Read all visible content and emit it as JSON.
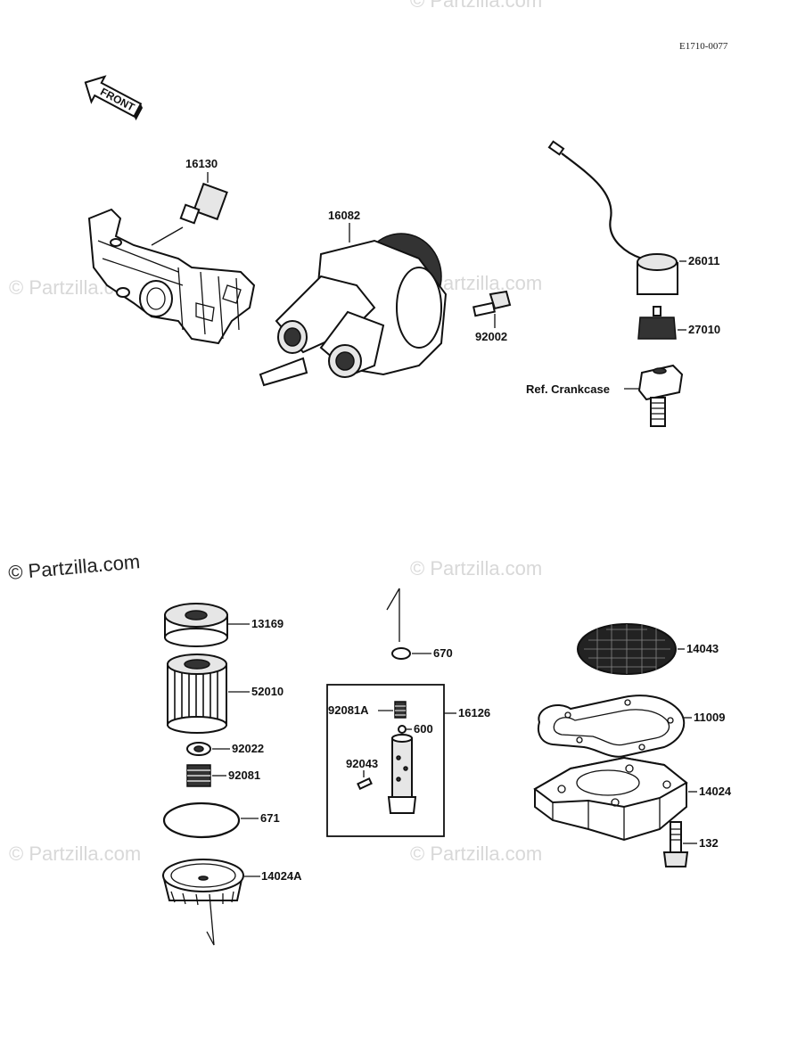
{
  "diagram": {
    "ref_code": "E1710-0077",
    "front_label": "FRONT",
    "watermark_main": "© Partzilla.com",
    "watermark_faint": "© Partzilla.com",
    "labels": {
      "p16130": "16130",
      "p16082": "16082",
      "p92002": "92002",
      "p26011": "26011",
      "p27010": "27010",
      "ref_crankcase": "Ref. Crankcase",
      "p13169": "13169",
      "p52010": "52010",
      "p92022": "92022",
      "p92081": "92081",
      "p671": "671",
      "p14024A": "14024A",
      "p670": "670",
      "p92081A": "92081A",
      "p16126": "16126",
      "p600": "600",
      "p92043": "92043",
      "p14043": "14043",
      "p11009": "11009",
      "p14024": "14024",
      "p132": "132"
    }
  }
}
